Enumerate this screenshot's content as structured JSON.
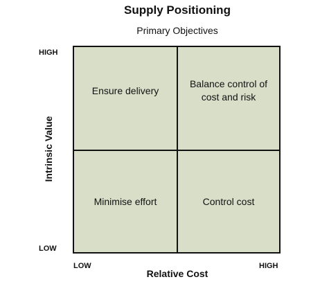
{
  "title": "Supply Positioning",
  "subtitle": "Primary Objectives",
  "y_axis": {
    "label": "Intrinsic Value",
    "high": "HIGH",
    "low": "LOW"
  },
  "x_axis": {
    "label": "Relative Cost",
    "low": "LOW",
    "high": "HIGH"
  },
  "quadrants": {
    "top_left": "Ensure delivery",
    "top_right": "Balance control of cost and risk",
    "bottom_left": "Minimise effort",
    "bottom_right": "Control cost"
  },
  "colors": {
    "quadrant_fill": "#d9dec9",
    "border": "#111111"
  }
}
